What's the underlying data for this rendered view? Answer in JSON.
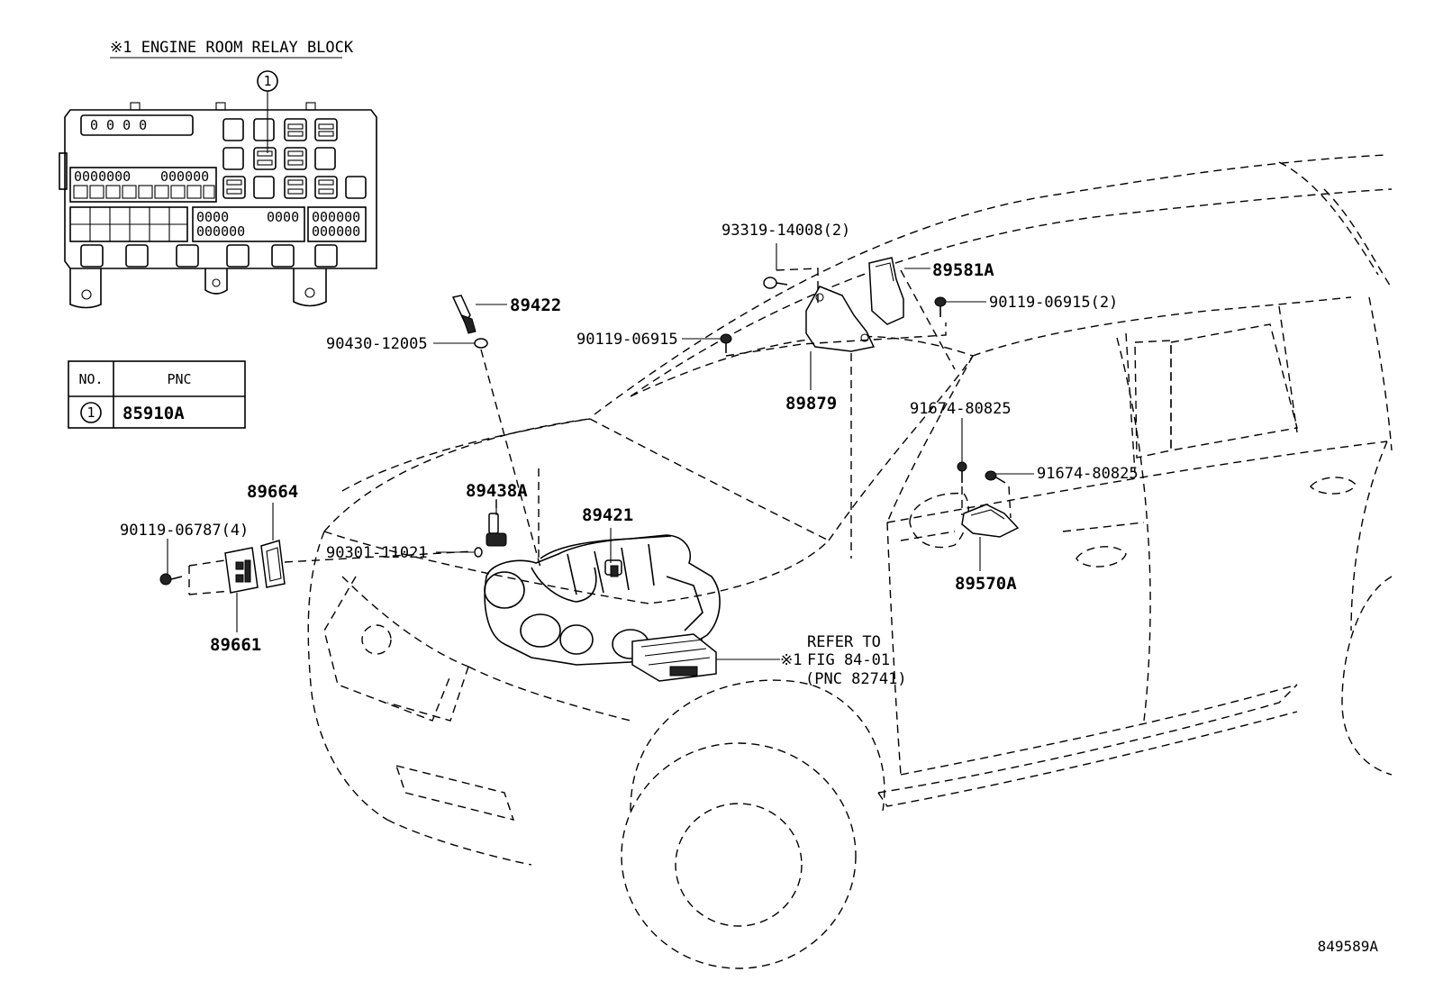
{
  "relay_block": {
    "title": "※1 ENGINE ROOM RELAY BLOCK",
    "callout_number": "1",
    "fuse_text_1": "0 0 0 0",
    "fuse_text_2": "0000000",
    "fuse_text_3": "000000",
    "fuse_text_4": "0000",
    "fuse_text_5": "000000"
  },
  "pnc_table": {
    "header_no": "NO.",
    "header_pnc": "PNC",
    "row_no": "1",
    "row_pnc": "85910A"
  },
  "parts": {
    "p89422": "89422",
    "p90430": "90430-12005",
    "p93319": "93319-14008(2)",
    "p89581A": "89581A",
    "p90119_2": "90119-06915(2)",
    "p90119": "90119-06915",
    "p89879": "89879",
    "p91674_a": "91674-80825",
    "p91674_b": "91674-80825",
    "p89664": "89664",
    "p89438A": "89438A",
    "p89421": "89421",
    "p90119_4": "90119-06787(4)",
    "p90301": "90301-11021",
    "p89570A": "89570A",
    "p89661": "89661"
  },
  "reference": {
    "line1": "REFER TO",
    "marker": "※1",
    "line2": "FIG 84-01",
    "line3": "(PNC 82741)"
  },
  "figure_id": "849589A"
}
